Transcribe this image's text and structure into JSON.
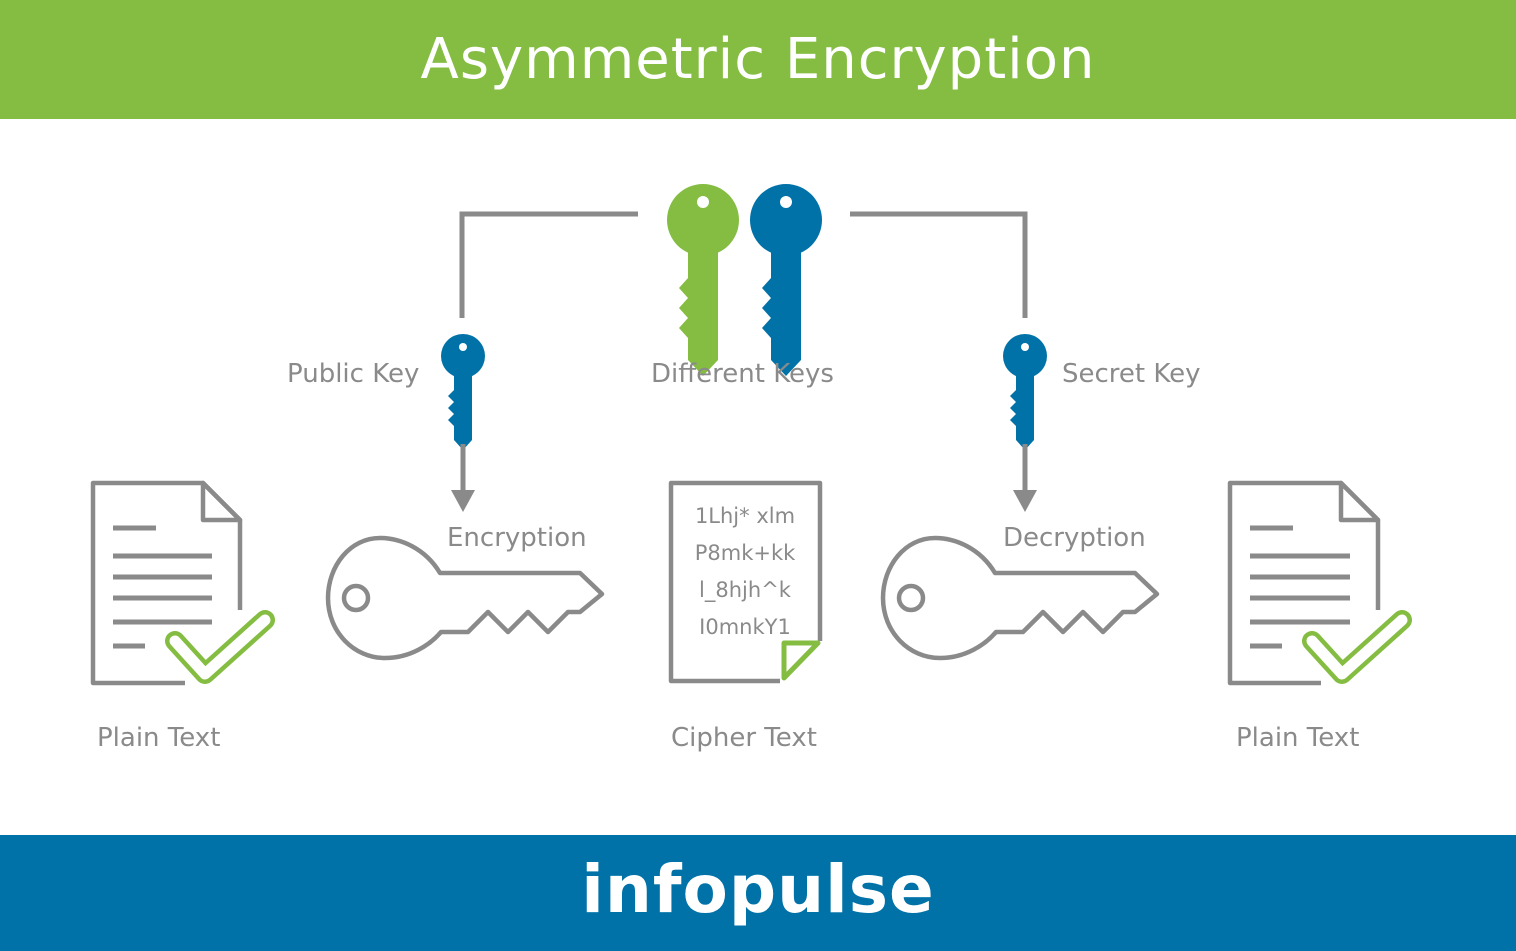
{
  "header": {
    "title": "Asymmetric Encryption"
  },
  "labels": {
    "public_key": "Public Key",
    "different_keys": "Different Keys",
    "secret_key": "Secret Key",
    "encryption": "Encryption",
    "decryption": "Decryption",
    "plain_text_left": "Plain Text",
    "cipher_text": "Cipher Text",
    "plain_text_right": "Plain Text"
  },
  "cipher_lines": [
    "1Lhj* xlm",
    "P8mk+kk",
    "l_8hjh^k",
    "I0mnkY1"
  ],
  "footer": {
    "brand": "infopulse"
  },
  "colors": {
    "green": "#84bd41",
    "blue": "#0072a8",
    "gray": "#8a8a8a"
  },
  "icons": [
    "key-icon",
    "document-icon",
    "checkmark-icon",
    "arrow-down-icon"
  ]
}
